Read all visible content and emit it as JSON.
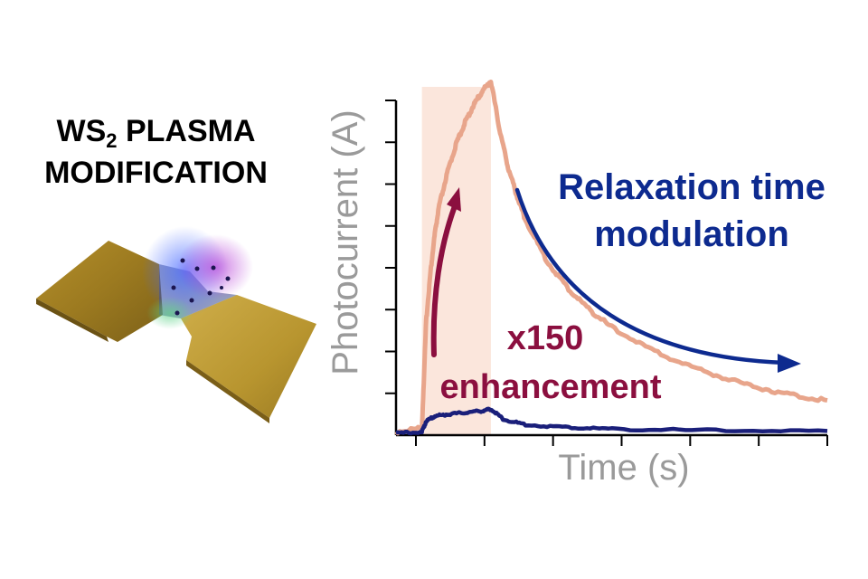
{
  "heading": {
    "line1_pre": "WS",
    "line1_sub": "2",
    "line1_post": " PLASMA",
    "line2": "MODIFICATION"
  },
  "colors": {
    "modified": "#e8a58b",
    "pristine": "#1a1f7a",
    "enhance_arrow": "#8b0f3f",
    "relax_arrow": "#0d2a8f",
    "illumination": "#fbe6dc",
    "axis": "#000000",
    "axis_label": "#9a9a9a",
    "gold": "#c8a23c"
  },
  "annotations": {
    "enhancement_value": "x150",
    "enhancement_label": "enhancement",
    "relaxation_line1": "Relaxation time",
    "relaxation_line2": "modulation"
  },
  "chart_data": {
    "type": "line",
    "xlabel": "Time (s)",
    "ylabel": "Photocurrent (A)",
    "xlim": [
      0,
      1
    ],
    "ylim": [
      0,
      1
    ],
    "x_ticks": 7,
    "y_ticks": 8,
    "tick_labels_shown": false,
    "grid": false,
    "illumination_window": [
      0.06,
      0.22
    ],
    "series": [
      {
        "color_key": "modified",
        "x": [
          0.0,
          0.06,
          0.07,
          0.08,
          0.09,
          0.1,
          0.12,
          0.14,
          0.16,
          0.18,
          0.2,
          0.22,
          0.24,
          0.26,
          0.28,
          0.3,
          0.35,
          0.4,
          0.45,
          0.5,
          0.6,
          0.7,
          0.8,
          0.9,
          1.0
        ],
        "values": [
          0.01,
          0.02,
          0.33,
          0.47,
          0.58,
          0.66,
          0.76,
          0.84,
          0.9,
          0.95,
          0.99,
          1.02,
          0.88,
          0.77,
          0.69,
          0.62,
          0.5,
          0.42,
          0.36,
          0.31,
          0.24,
          0.19,
          0.15,
          0.12,
          0.1
        ]
      },
      {
        "color_key": "pristine",
        "x": [
          0.0,
          0.06,
          0.07,
          0.09,
          0.12,
          0.16,
          0.2,
          0.22,
          0.25,
          0.3,
          0.4,
          0.5,
          0.7,
          1.0
        ],
        "values": [
          0.005,
          0.01,
          0.04,
          0.055,
          0.06,
          0.065,
          0.07,
          0.075,
          0.045,
          0.03,
          0.022,
          0.018,
          0.014,
          0.012
        ]
      }
    ]
  }
}
